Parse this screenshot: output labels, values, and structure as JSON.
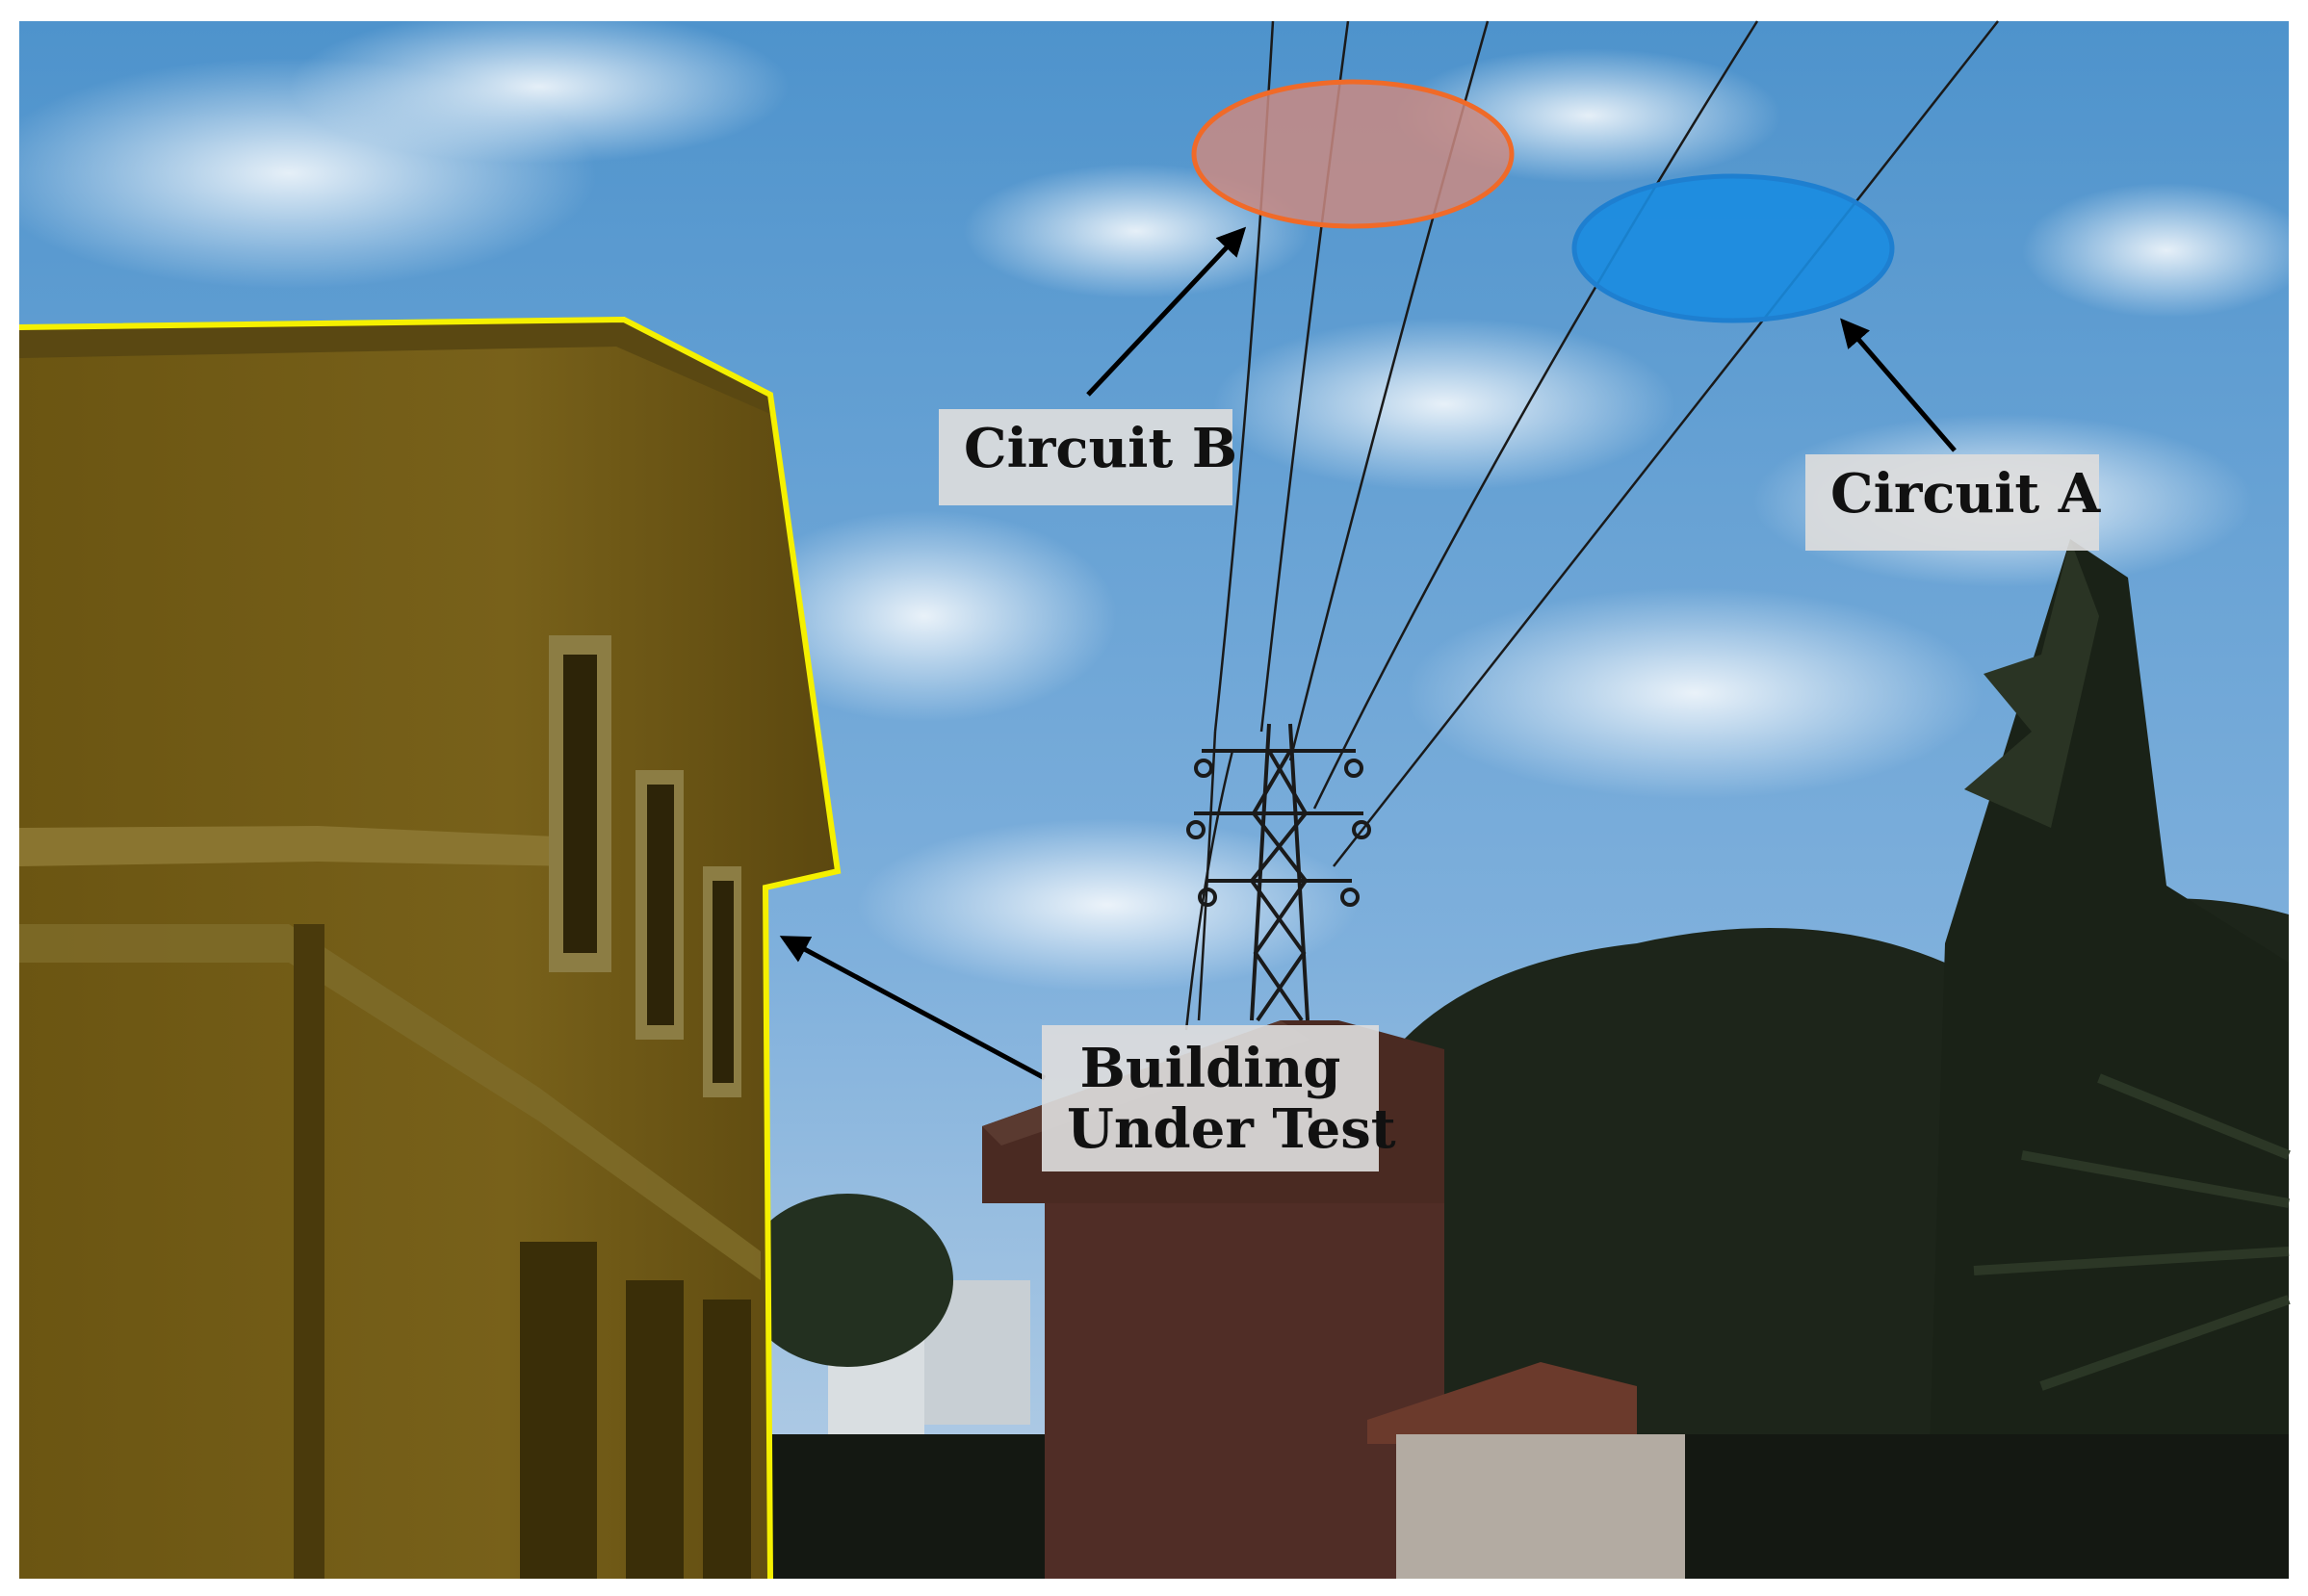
{
  "annotations": {
    "circuit_b": {
      "label": "Circuit B",
      "marker_color": "#f06a28",
      "marker_fill": "#c98a82"
    },
    "circuit_a": {
      "label": "Circuit A",
      "marker_color": "#1e7fd0",
      "marker_fill": "#1a8ce0"
    },
    "building": {
      "label_line1": "Building",
      "label_line2": "Under Test",
      "outline_color": "#f5f000"
    }
  },
  "scene_colors": {
    "sky_top": "#4e93cc",
    "sky_bottom": "#a9c7e3",
    "building_wall": "#6a5310",
    "building_highlight": "#8a6e1e",
    "tree_dark": "#1c2418",
    "brick_building": "#4a2a22"
  }
}
